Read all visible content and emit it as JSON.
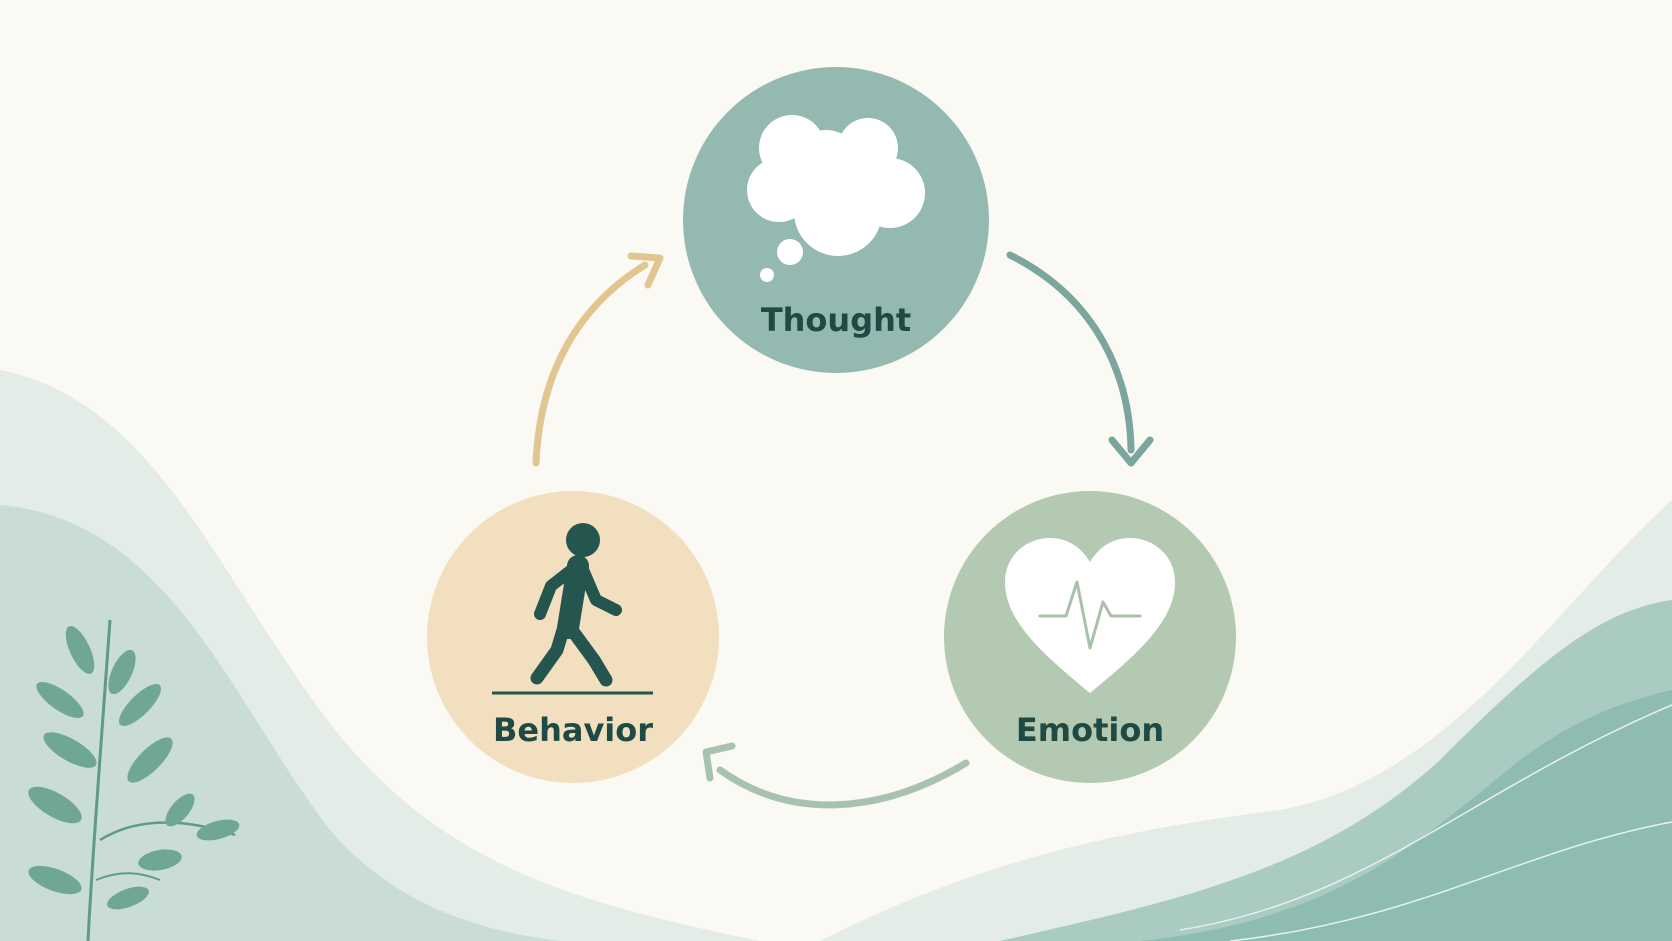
{
  "diagram": {
    "type": "cycle",
    "nodes": [
      {
        "id": "thought",
        "label": "Thought",
        "icon": "thought-cloud-icon",
        "color": "#94b9b1"
      },
      {
        "id": "emotion",
        "label": "Emotion",
        "icon": "heart-pulse-icon",
        "color": "#b4c9b2"
      },
      {
        "id": "behavior",
        "label": "Behavior",
        "icon": "walking-person-icon",
        "color": "#f2dfbf"
      }
    ],
    "edges": [
      {
        "from": "thought",
        "to": "emotion",
        "color": "#7aa69e"
      },
      {
        "from": "emotion",
        "to": "behavior",
        "color": "#a8c2b2"
      },
      {
        "from": "behavior",
        "to": "thought",
        "color": "#e2c691"
      }
    ]
  },
  "colors": {
    "background": "#fbf9f3",
    "text": "#1f4a44",
    "icon_dark": "#24554e",
    "leaf": "#6fa696",
    "wave_light": "#e1ebe5",
    "wave_mid": "#c4dad1",
    "wave_dark": "#8fbcb0"
  }
}
